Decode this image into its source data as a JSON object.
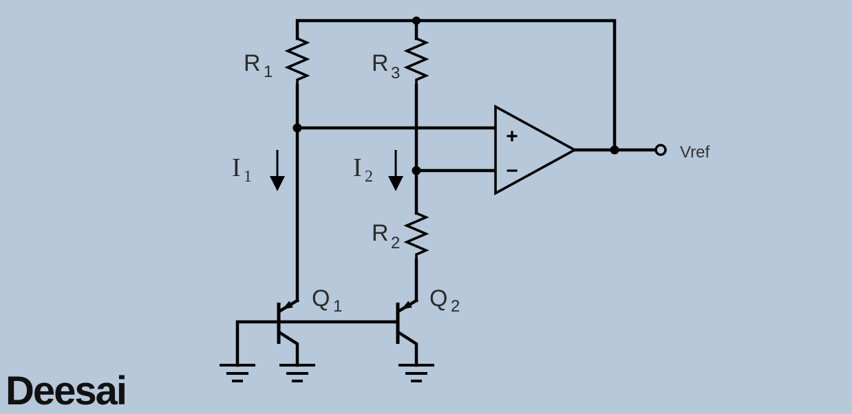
{
  "labels": {
    "r1": {
      "main": "R",
      "sub": "1"
    },
    "r2": {
      "main": "R",
      "sub": "2"
    },
    "r3": {
      "main": "R",
      "sub": "3"
    },
    "i1": {
      "main": "I",
      "sub": "1"
    },
    "i2": {
      "main": "I",
      "sub": "2"
    },
    "q1": {
      "main": "Q",
      "sub": "1"
    },
    "q2": {
      "main": "Q",
      "sub": "2"
    },
    "vref": "Vref",
    "opamp_plus": "+",
    "opamp_minus": "−"
  },
  "logo": {
    "text": "Deesai"
  },
  "colors": {
    "background": "#b6c8da",
    "wire": "#000000",
    "label": "#2b2b2b"
  }
}
